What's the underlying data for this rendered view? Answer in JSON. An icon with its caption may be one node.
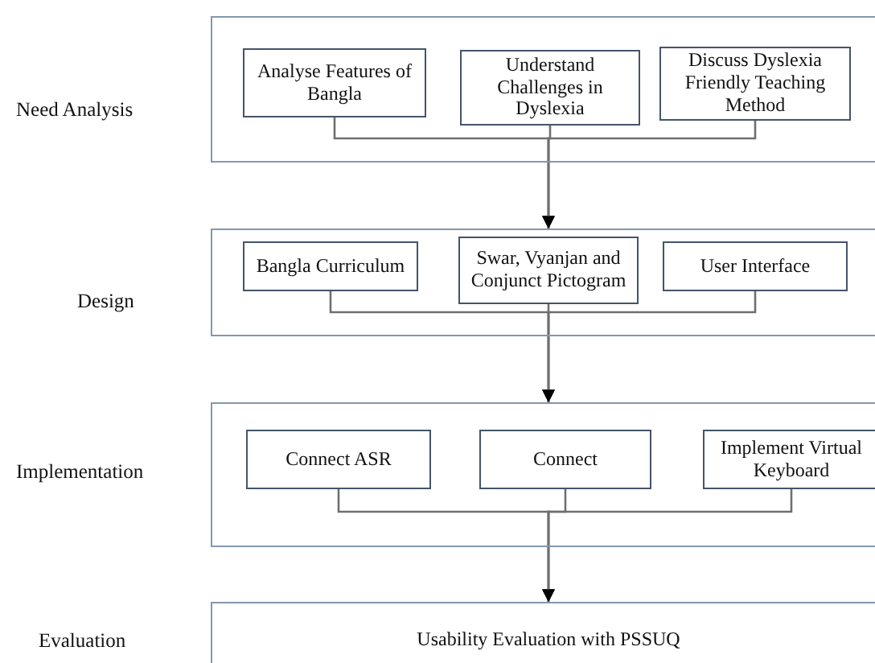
{
  "diagram": {
    "nodes": [
      {
        "text": [],
        "shape": "box"
      },
      {
        "text": [
          "Analyse Features of Bangla"
        ],
        "in": 0
      },
      {
        "text": [
          "Understand Challenges in Dyslexia"
        ],
        "in": 0
      },
      {
        "text": [
          "Discuss Dyslexia Friendly Teaching Method"
        ],
        "in": 0
      },
      {
        "text": [],
        "shape": "box"
      },
      {
        "text": [
          "Bangla Curriculum"
        ],
        "in": 4
      },
      {
        "text": [
          "Swar, Vyanjan and Conjunct Pictogram"
        ],
        "in": 4
      },
      {
        "text": [
          "User Interface"
        ],
        "in": 4
      },
      {
        "text": [],
        "shape": "box"
      },
      {
        "text": [
          "Connect ASR"
        ],
        "in": 8
      },
      {
        "text": [
          "Connect"
        ],
        "in": 8
      },
      {
        "text": [
          "Implement Virtual Keyboard"
        ],
        "in": 8
      },
      {
        "text": [
          "Usability Evaluation with PSSUQ"
        ]
      }
    ],
    "edges": [
      {
        "from": 1,
        "to": 4,
        "arrow": "to"
      },
      {
        "from": 2,
        "to": 4,
        "arrow": "to"
      },
      {
        "from": 3,
        "to": 4,
        "arrow": "to"
      },
      {
        "from": 5,
        "to": 8,
        "arrow": "to"
      },
      {
        "from": 6,
        "to": 8,
        "arrow": "to"
      },
      {
        "from": 7,
        "to": 8,
        "arrow": "to"
      },
      {
        "from": 9,
        "to": 12,
        "arrow": "to"
      },
      {
        "from": 10,
        "to": 12,
        "arrow": "to"
      },
      {
        "from": 11,
        "to": 12,
        "arrow": "to"
      }
    ],
    "labels": [
      "Need Analysis",
      "Design",
      "Implementation",
      "Evaluation"
    ]
  }
}
